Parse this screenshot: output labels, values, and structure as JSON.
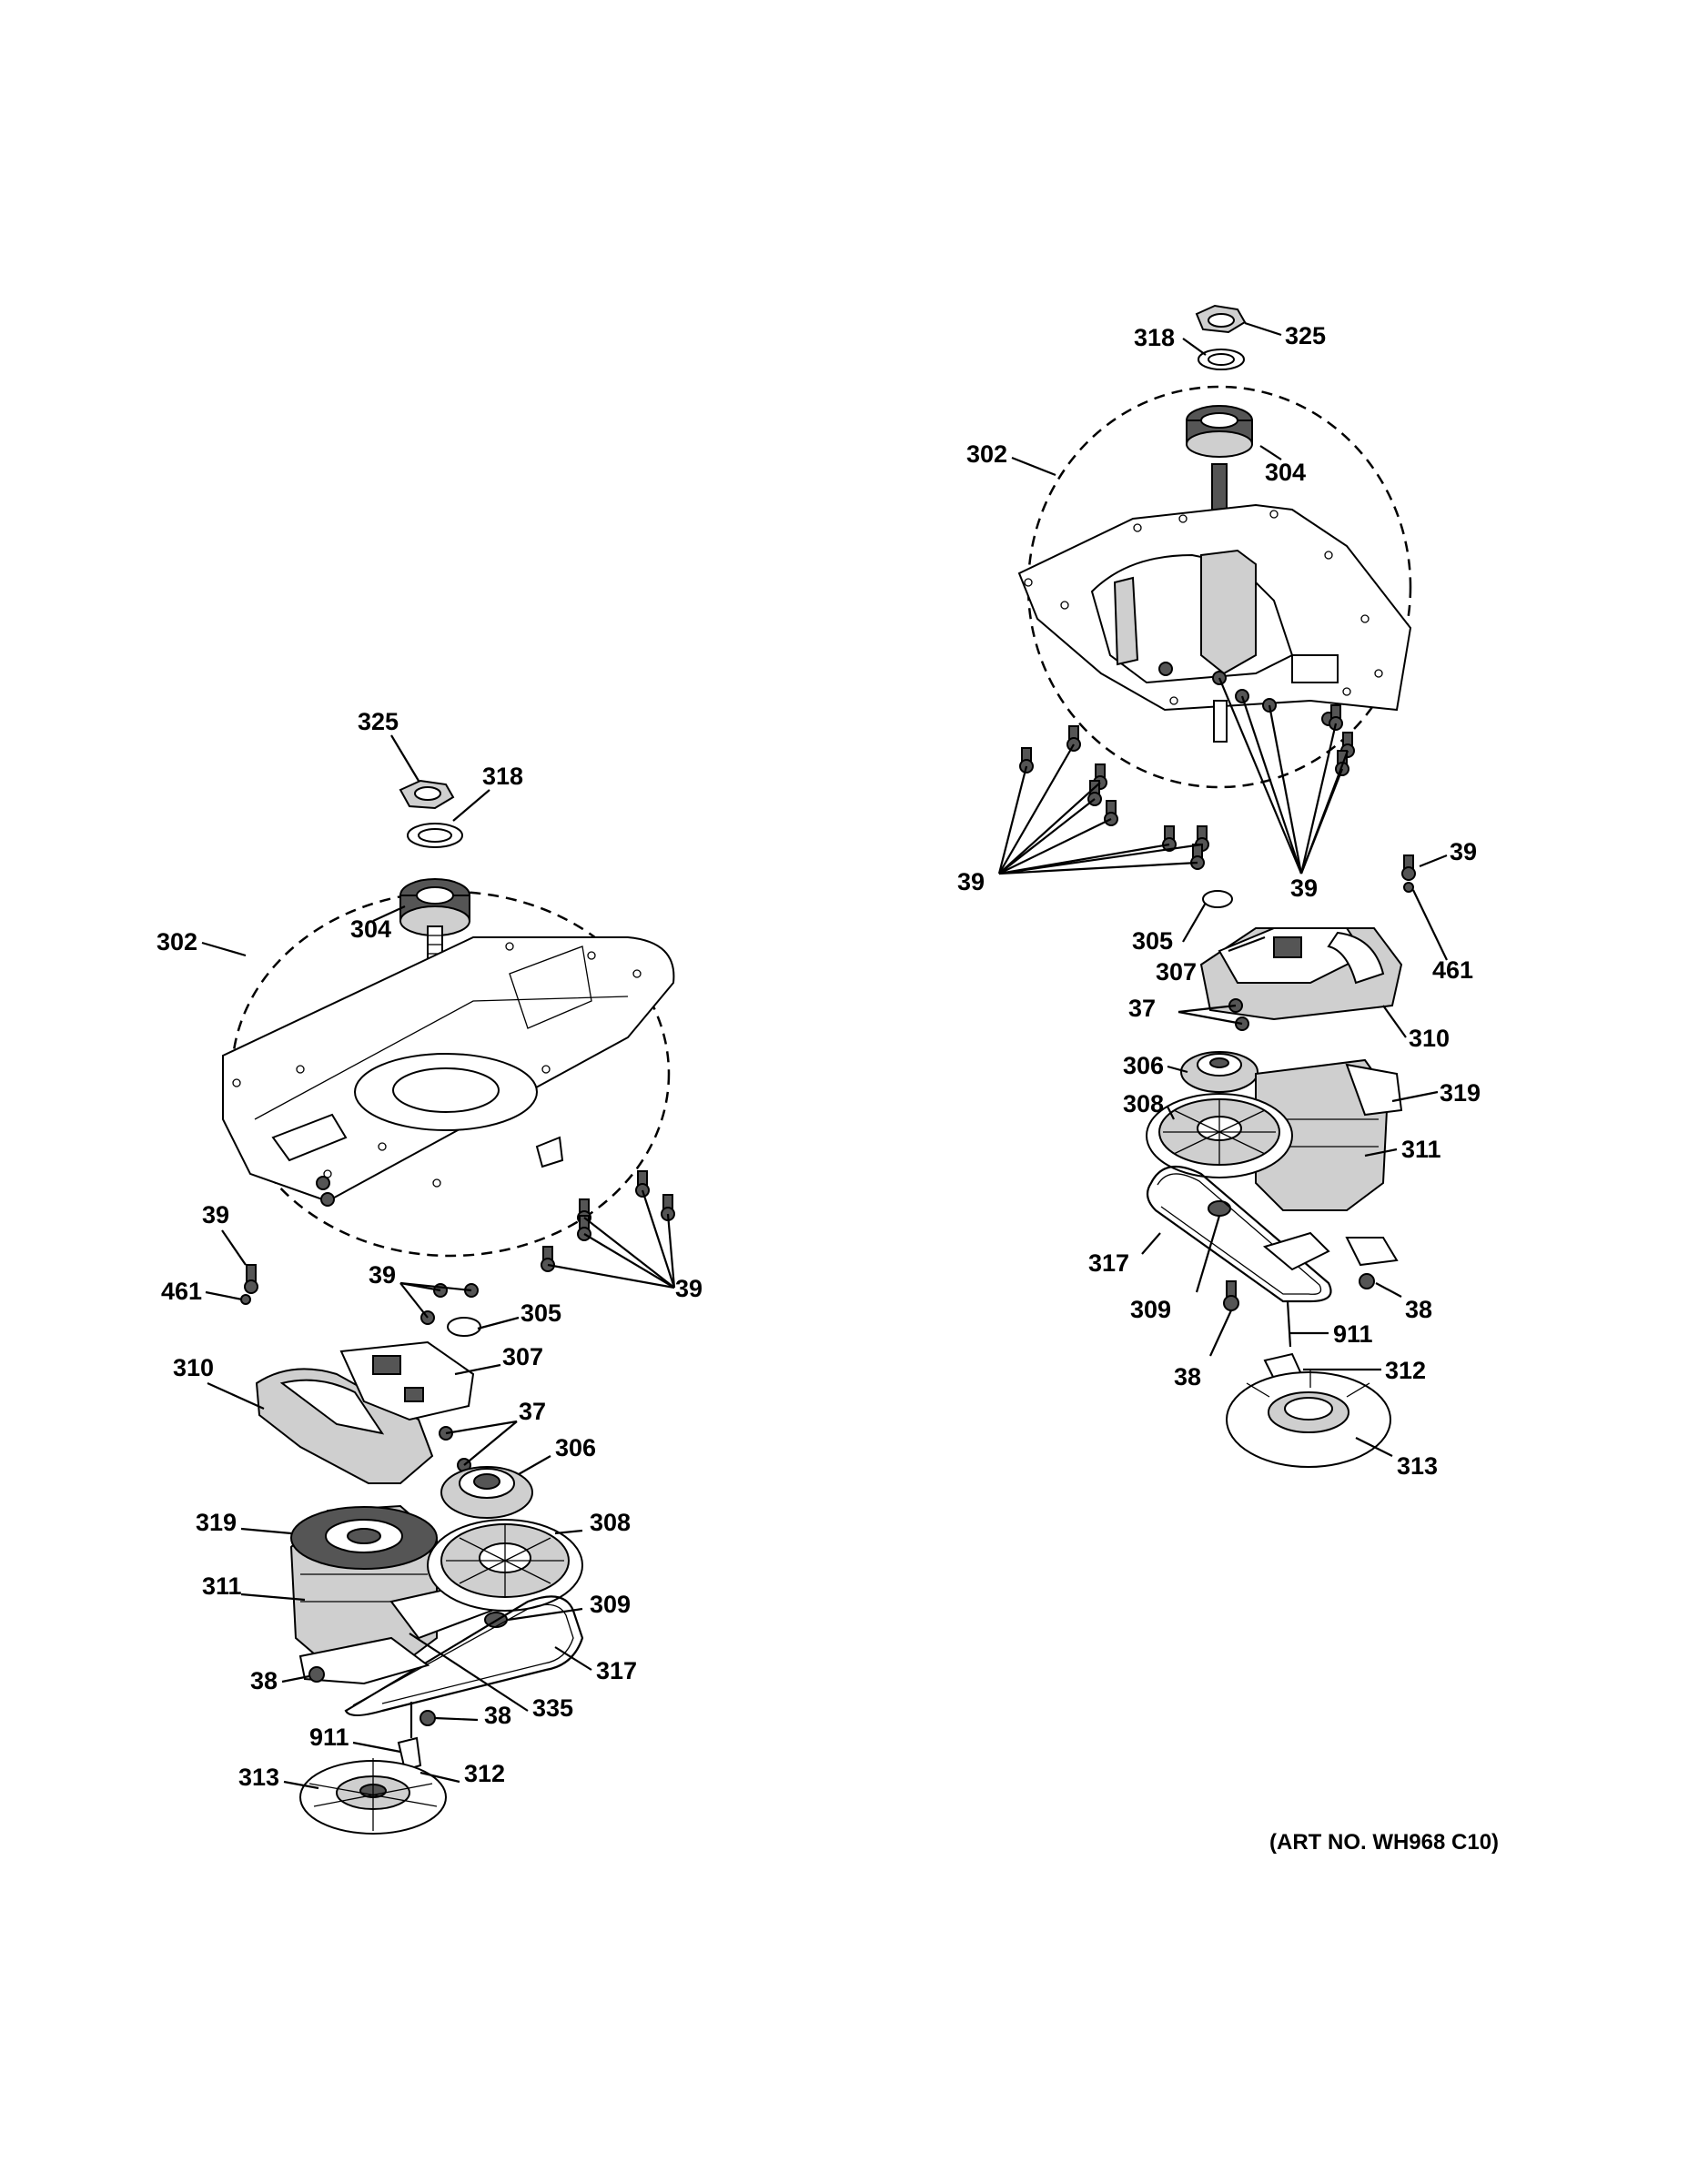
{
  "art_number": "(ART NO. WH968 C10)",
  "left_labels": [
    "325",
    "318",
    "302",
    "304",
    "39",
    "461",
    "39",
    "305",
    "39",
    "310",
    "307",
    "37",
    "306",
    "319",
    "308",
    "311",
    "309",
    "317",
    "38",
    "335",
    "911",
    "38",
    "313",
    "312"
  ],
  "right_labels": [
    "318",
    "325",
    "302",
    "304",
    "39",
    "39",
    "39",
    "461",
    "305",
    "307",
    "37",
    "310",
    "306",
    "319",
    "308",
    "311",
    "317",
    "309",
    "38",
    "911",
    "38",
    "312",
    "313"
  ]
}
